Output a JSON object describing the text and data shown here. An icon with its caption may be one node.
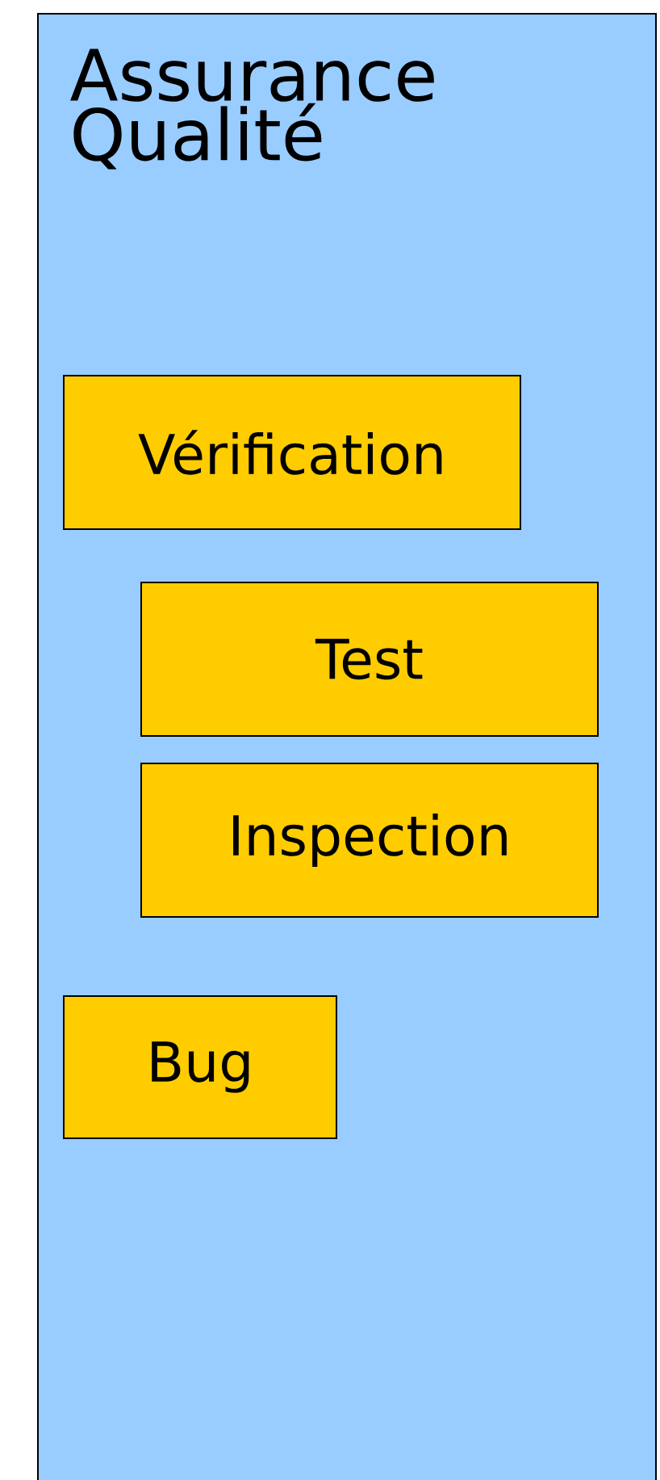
{
  "diagram": {
    "nodes": [
      {
        "text": [
          "Assurance Qualité"
        ]
      },
      {
        "text": [
          "Vérification"
        ],
        "in": 0
      },
      {
        "text": [
          "Test"
        ],
        "in": 0
      },
      {
        "text": [
          "Inspection"
        ],
        "in": 0
      },
      {
        "text": [
          "Bug"
        ],
        "in": 0
      }
    ]
  }
}
